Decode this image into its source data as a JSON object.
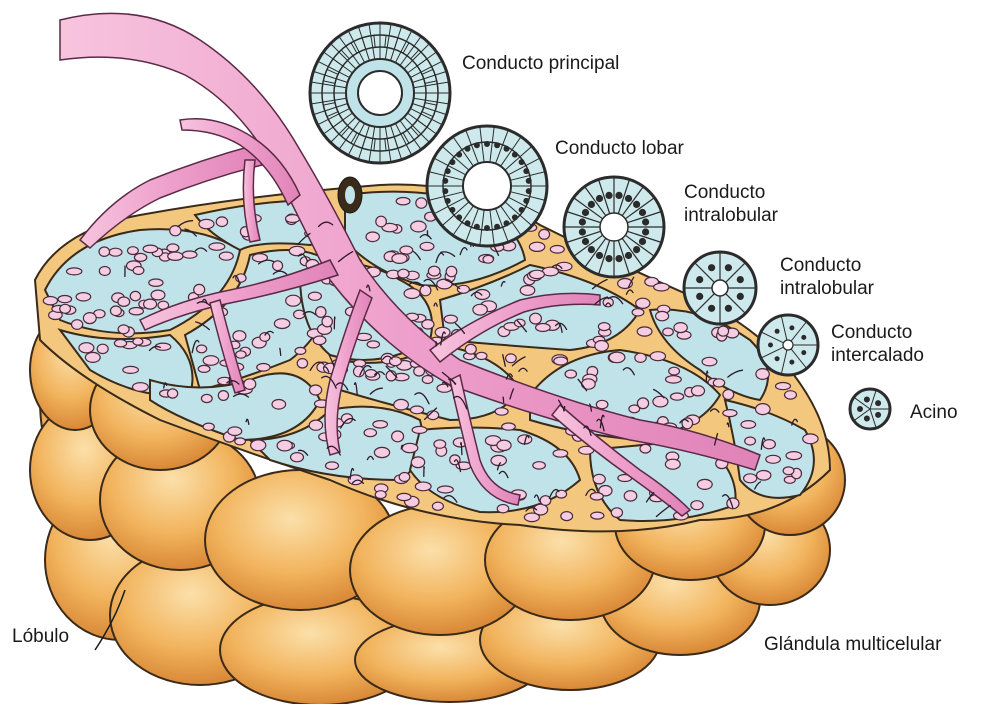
{
  "labels": {
    "conducto_principal": "Conducto principal",
    "conducto_lobar": "Conducto lobar",
    "intralobular_1": [
      "Conducto",
      "intralobular"
    ],
    "intralobular_2": [
      "Conducto",
      "intralobular"
    ],
    "intercalado": [
      "Conducto",
      "intercalado"
    ],
    "acino": "Acino",
    "lobulo": "Lóbulo",
    "glandula": "Glándula multicelular"
  },
  "colors": {
    "lobule_fill": "#f2b45e",
    "lobule_dark": "#d9883a",
    "lobule_light": "#f9d79b",
    "cut_surface": "#bfe3e8",
    "duct_pink": "#f0a6cf",
    "acinus_pink": "#f5cde3",
    "outline": "#2b2b2b",
    "duct_section_fill": "#cde9ec"
  }
}
